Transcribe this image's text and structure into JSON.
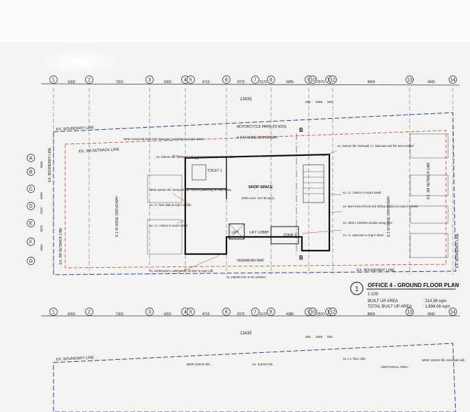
{
  "grid": {
    "columns_top": [
      "1",
      "2",
      "3",
      "4",
      "5",
      "6",
      "7",
      "8",
      "9",
      "10",
      "11",
      "12",
      "13",
      "14"
    ],
    "dims_top": [
      "4200",
      "7300",
      "4200",
      "4710",
      "2070",
      "3170",
      "4085",
      "2570",
      "8800",
      "4500"
    ],
    "dims_small": [
      "265",
      "2065",
      "500"
    ],
    "overall_dim": "13435",
    "rows_left": [
      "A",
      "B",
      "C",
      "D",
      "E",
      "F",
      "G"
    ],
    "dims_left": [
      "9050",
      "5590",
      "2559",
      "3870",
      "1850"
    ]
  },
  "labels": {
    "boundary_top": "EX. BOUNDARY LINE",
    "setback_top": "EX. 3M SETBACK LINE",
    "boundary_left": "EX. BOUNDARY LINE",
    "setback_left": "EX. 3M SETBACK LINE",
    "boundary_right": "EX. BOUNDARY LINE",
    "setback_right": "EX. 3M SETBACK LINE",
    "boundary_bottom": "EX. BOUNDARY LINE",
    "motorcycle_park": "MOTORCYCLE PARK (29 NOS)",
    "driveway_top": "4.0 M WIDE DRIVEWAY",
    "driveway_left": "6.1 M WIDE DRIVEWAY",
    "driveway_right": "6.1 M WIDE DRIVEWAY",
    "section_marker": "B",
    "toilet": "TOILET 1",
    "shop_space": "SHOP SPACE",
    "shop_area": "(Nett Area: 147.35 sqm)",
    "lift": "LIFT",
    "lift_lobby": "LIFT LOBBY",
    "stair": "STAIR 1",
    "verandah": "VERANDAH WAY",
    "planter_note": "ex. planter box to be omitted"
  },
  "notes": [
    "NEW connected drain with downpipe manholes to engr's detail",
    "ex. 115mm thk. brickwall with cement plastering on both sides",
    "NEW 115mm thk. brickwall with cement plastering on both sides",
    "ex. r.c. floor slab to engr's detail",
    "ex. r.c. column to engr's detail",
    "ex. 115mm thk. brickwall, r.c. staircase and fire door omitted",
    "ex. alum framed fixed and sliding window to manuf.'s detail",
    "ex. 1800 x 2200mm double swing door",
    "ex. r.c. staircase to engr's detail",
    "ex. 2100mm(w) x 1800mm(h) lift door to engr's dtl"
  ],
  "title": {
    "number": "1",
    "name": "OFFICE 4 - GROUND FLOOR PLAN",
    "scale": "1:100",
    "built_up_label": "BUILT UP AREA",
    "built_up_value": ": 214.36 sqm",
    "total_label": "TOTAL BUILT UP AREA",
    "total_value": ": 1,698.06 sqm"
  },
  "lower_sheet": {
    "boundary": "EX. BOUNDARY LINE",
    "note_1": "ex. 115mm thk.",
    "note_2": "NEW 115mm thk.",
    "note_3": "ex. r.c. floor slab",
    "note_4": "ADDITIONAL AREA",
    "note_5": "NEW 115mm thk. brickwall with"
  },
  "colors": {
    "ink": "#222222",
    "red": "#c0392b",
    "blue": "#2c3e8f",
    "paper": "#f3f3f1"
  }
}
